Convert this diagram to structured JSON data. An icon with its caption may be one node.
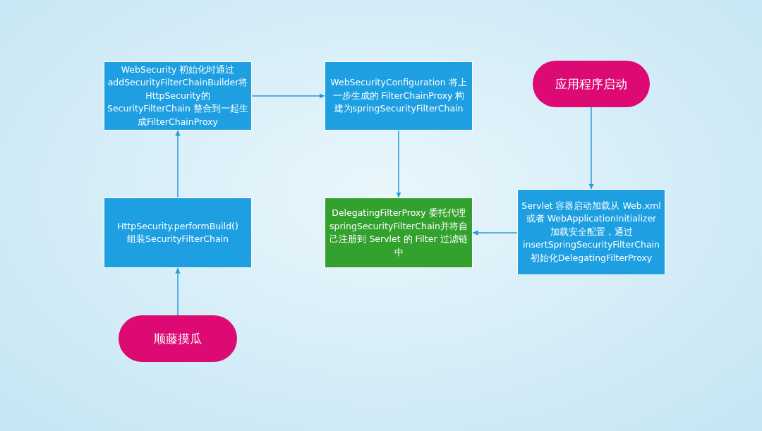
{
  "diagram": {
    "nodes": [
      {
        "text": [
          "WebSecurity 初始化时通过addSecurityFilterChainBuilder将HttpSecurity的SecurityFilterChain 整合到一起生成FilterChainProxy"
        ]
      },
      {
        "text": [
          "WebSecurityConfiguration 将上一步生成的 FilterChainProxy 构建为springSecurityFilterChain"
        ]
      },
      {
        "text": [
          "应用程序启动"
        ]
      },
      {
        "text": [
          "HttpSecurity.performBuild() 组装SecurityFilterChain"
        ]
      },
      {
        "text": [
          "DelegatingFilterProxy 委托代理springSecurityFilterChain并将自己注册到 Servlet 的 Filter 过滤链中"
        ]
      },
      {
        "text": [
          "Servlet 容器启动加载从 Web.xml 或者 WebApplicationInitializer 加载安全配置，通过insertSpringSecurityFilterChain初始化DelegatingFilterProxy"
        ]
      },
      {
        "text": [
          "顺藤摸瓜"
        ]
      }
    ],
    "edges": [
      {
        "from": 6,
        "to": 3,
        "arrow": "to"
      },
      {
        "from": 3,
        "to": 0,
        "arrow": "to"
      },
      {
        "from": 0,
        "to": 1,
        "arrow": "to"
      },
      {
        "from": 1,
        "to": 4,
        "arrow": "to"
      },
      {
        "from": 2,
        "to": 5,
        "arrow": "to"
      },
      {
        "from": 5,
        "to": 4,
        "arrow": "to"
      }
    ]
  }
}
